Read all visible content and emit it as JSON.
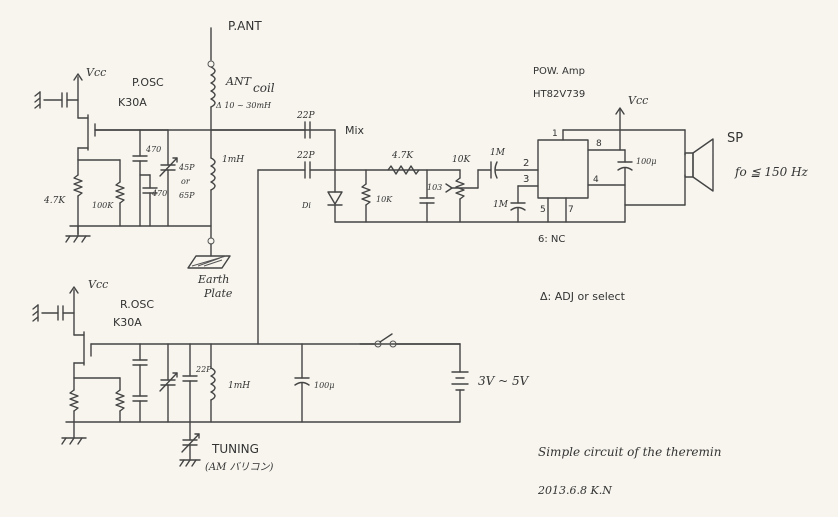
{
  "labels": {
    "ant_top": "P.ANT",
    "p_vcc": "Vcc",
    "p_osc": "P.OSC",
    "p_fet": "K30A",
    "ant_coil": "ANT",
    "ant_coil2": "coil",
    "ant_coil_val": "Δ 10 ~ 30mH",
    "l1": "1mH",
    "c_22p_a": "22P",
    "c_22p_b": "22P",
    "mix": "Mix",
    "c470a": "470",
    "c470b": "470",
    "vc_45p": "45P",
    "vc_or": "or",
    "vc_65p": "65P",
    "r_47k_p": "4.7K",
    "r_100k_p": "100K",
    "d1": "Di",
    "r10k_mix": "10K",
    "r47k_mix": "4.7K",
    "c103": "103",
    "pot10k": "10K",
    "c1m_a": "1M",
    "c1m_b": "1M",
    "pin1": "1",
    "pin2": "2",
    "pin3": "3",
    "pin4": "4",
    "pin5": "5",
    "pin7": "7",
    "pin8": "8",
    "pin6": "6: NC",
    "amp1": "POW. Amp",
    "amp2": "HT82V739",
    "vcc_amp": "Vcc",
    "c100u_amp": "100μ",
    "sp": "SP",
    "freq": "fo ≦ 150 Hz",
    "earth1": "Earth",
    "earth2": "Plate",
    "r_vcc": "Vcc",
    "r_osc": "R.OSC",
    "r_fet": "K30A",
    "r_22p": "22P",
    "r_l": "1mH",
    "r_100u": "100μ",
    "batt": "3V ~ 5V",
    "tuning": "TUNING",
    "tuning2": "(AM バリコン)",
    "adj_note": "Δ: ADJ or select",
    "title": "Simple circuit of the theremin",
    "sig": "2013.6.8   K.N"
  }
}
